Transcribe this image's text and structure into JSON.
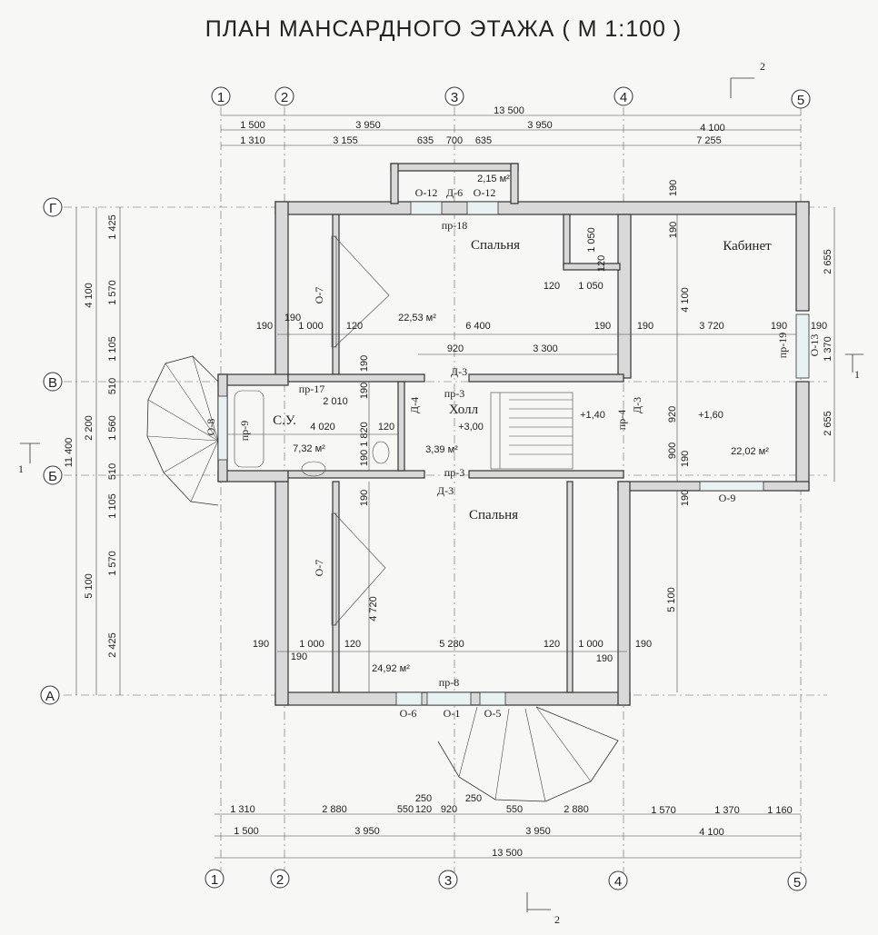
{
  "title": "ПЛАН   МАНСАРДНОГО   ЭТАЖА   ( М 1:100 )",
  "axes_x": [
    "1",
    "2",
    "3",
    "4",
    "5"
  ],
  "axes_y": [
    "Г",
    "В",
    "Б",
    "А"
  ],
  "section_marks": [
    "2",
    "2",
    "1",
    "1"
  ],
  "dims_top_row1": [
    "13 500"
  ],
  "dims_top_row2": [
    "1 500",
    "3 950",
    "3 950",
    "4 100"
  ],
  "dims_top_row3": [
    "1 310",
    "3 155",
    "635",
    "700",
    "635",
    "7 255"
  ],
  "dims_bottom_row1": [
    "1 310",
    "2 880",
    "550",
    "250",
    "120",
    "920",
    "250",
    "550",
    "2 880",
    "1 570",
    "1 370",
    "1 160"
  ],
  "dims_bottom_row2": [
    "1 500",
    "3 950",
    "3 950",
    "4 100"
  ],
  "dims_bottom_row3": [
    "13 500"
  ],
  "dims_left_outer": [
    "11 400"
  ],
  "dims_left_mid": [
    "4 100",
    "2 200",
    "5 100"
  ],
  "dims_left_inner": [
    "1 425",
    "1 570",
    "1 105",
    "510",
    "1 560",
    "510",
    "1 105",
    "1 570",
    "2 425"
  ],
  "dims_right": [
    "2 655",
    "1 370",
    "2 655"
  ],
  "rooms": {
    "bedroom_top": "Спальня",
    "cabinet": "Кабинет",
    "bathroom": "С.У.",
    "hall": "Холл",
    "bedroom_bottom": "Спальня"
  },
  "areas": {
    "balcony": "2,15 м²",
    "bedroom_top": "22,53 м²",
    "bathroom": "7,32 м²",
    "hall": "3,39 м²",
    "cabinet": "22,02 м²",
    "bedroom_bottom": "24,92 м²"
  },
  "levels": {
    "hall": "+3,00",
    "stair": "+1,40",
    "cabinet": "+1,60"
  },
  "elements": {
    "o12a": "О-12",
    "d6": "Д-6",
    "o12b": "О-12",
    "pr18": "пр-18",
    "o7a": "О-7",
    "o7b": "О-7",
    "pr17": "пр-17",
    "pr9": "пр-9",
    "o8": "О-8",
    "d3a": "Д-3",
    "pr3a": "пр-3",
    "d4": "Д-4",
    "pr3b": "пр-3",
    "d3b": "Д-3",
    "pr4": "пр-4",
    "d3c": "Д-3",
    "pr19": "пр-19",
    "o13": "О-13",
    "o9": "О-9",
    "pr8": "пр-8",
    "o6": "О-6",
    "o1": "О-1",
    "o5": "О-5"
  },
  "inner_dims": {
    "d1050a": "1 050",
    "d120a": "120",
    "d120b": "120",
    "d1050b": "1 050",
    "d190a": "190",
    "d190b": "190",
    "d1000a": "1 000",
    "d120c": "120",
    "d6400": "6 400",
    "d190c": "190",
    "d190d": "190",
    "d3720": "3 720",
    "d190e": "190",
    "d190f": "190",
    "d4100v": "4 100",
    "d190v1": "190",
    "d190v2": "190",
    "d920a": "920",
    "d3300": "3 300",
    "d190g": "190",
    "d2010": "2 010",
    "d190h": "190",
    "d4020": "4 020",
    "d120d": "120",
    "d1820": "1 820",
    "d190i": "190",
    "d920v": "920",
    "d900v": "900",
    "d190v3": "190",
    "d190v4": "190",
    "d190j": "190",
    "d4720": "4 720",
    "d5100v": "5 100",
    "d190k": "190",
    "d190l": "190",
    "d1000b": "1 000",
    "d120e": "120",
    "d5280": "5 280",
    "d120f": "120",
    "d1000c": "1 000",
    "d190m": "190",
    "d190n": "190",
    "d1370": "1 370",
    "d190o": "190"
  }
}
